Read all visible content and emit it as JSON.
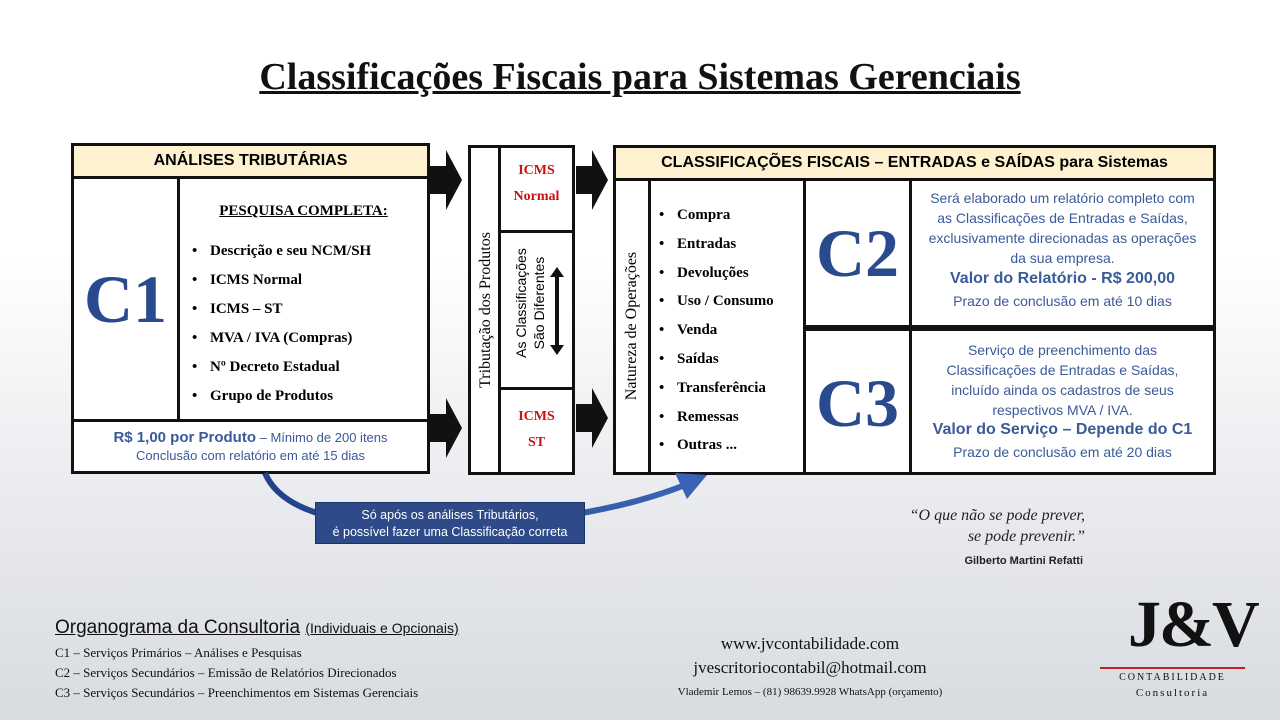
{
  "title": "Classificações Fiscais para Sistemas Gerenciais",
  "left": {
    "header": "ANÁLISES TRIBUTÁRIAS",
    "label": "C1",
    "subtitle": "PESQUISA COMPLETA:",
    "items": [
      "Descrição e seu NCM/SH",
      "ICMS Normal",
      "ICMS – ST",
      "MVA / IVA (Compras)",
      "Nº Decreto Estadual",
      "Grupo de Produtos"
    ],
    "price": "R$ 1,00 por Produto",
    "price_extra": " – Mínimo de 200 itens",
    "conclusion": "Conclusão com relatório em até 15 dias"
  },
  "middle": {
    "vertical_label": "Tributação dos Produtos",
    "icms_normal_1": "ICMS",
    "icms_normal_2": "Normal",
    "diff_1": "As Classificações",
    "diff_2": "São Diferentes",
    "icms_st_1": "ICMS",
    "icms_st_2": "ST"
  },
  "right": {
    "header": "CLASSIFICAÇÕES FISCAIS – ENTRADAS e SAÍDAS para Sistemas",
    "vertical_label": "Natureza de Operações",
    "items": [
      "Compra",
      "Entradas",
      "Devoluções",
      "Uso / Consumo",
      "Venda",
      "Saídas",
      "Transferência",
      "Remessas",
      "Outras ..."
    ],
    "c2": {
      "label": "C2",
      "text": "Será elaborado um relatório completo com as Classificações de Entradas e Saídas, exclusivamente direcionadas as operações da sua empresa.",
      "price": "Valor do Relatório - R$ 200,00",
      "deadline": "Prazo de conclusão em até 10 dias"
    },
    "c3": {
      "label": "C3",
      "text": "Serviço de preenchimento das Classificações de Entradas e Saídas, incluído ainda os cadastros de seus respectivos MVA / IVA.",
      "price": "Valor do Serviço – Depende do C1",
      "deadline": "Prazo de conclusão em até 20 dias"
    }
  },
  "note": {
    "line1": "Só após os análises Tributários,",
    "line2": "é possível fazer uma Classificação correta"
  },
  "quote": {
    "line1": "“O que não se pode prever,",
    "line2": "se pode prevenir.”",
    "author": "Gilberto Martini Refatti"
  },
  "org": {
    "title": "Organograma da Consultoria",
    "title_extra": "(Individuais e Opcionais)",
    "lines": [
      "C1 – Serviços Primários – Análises e Pesquisas",
      "C2 – Serviços Secundários – Emissão de Relatórios Direcionados",
      "C3 – Serviços Secundários – Preenchimentos em Sistemas Gerenciais"
    ]
  },
  "contact": {
    "site": "www.jvcontabilidade.com",
    "email": "jvescritoriocontabil@hotmail.com",
    "phone": "Vlademir Lemos – (81) 98639.9928 WhatsApp (orçamento)"
  },
  "logo": {
    "mark": "J&V",
    "line1": "CONTABILIDADE",
    "line2": "Consultoria"
  },
  "colors": {
    "blue": "#2a4a8e",
    "red": "#cc1111",
    "cream": "#fdf1cf",
    "note_bg": "#2f4a88"
  }
}
